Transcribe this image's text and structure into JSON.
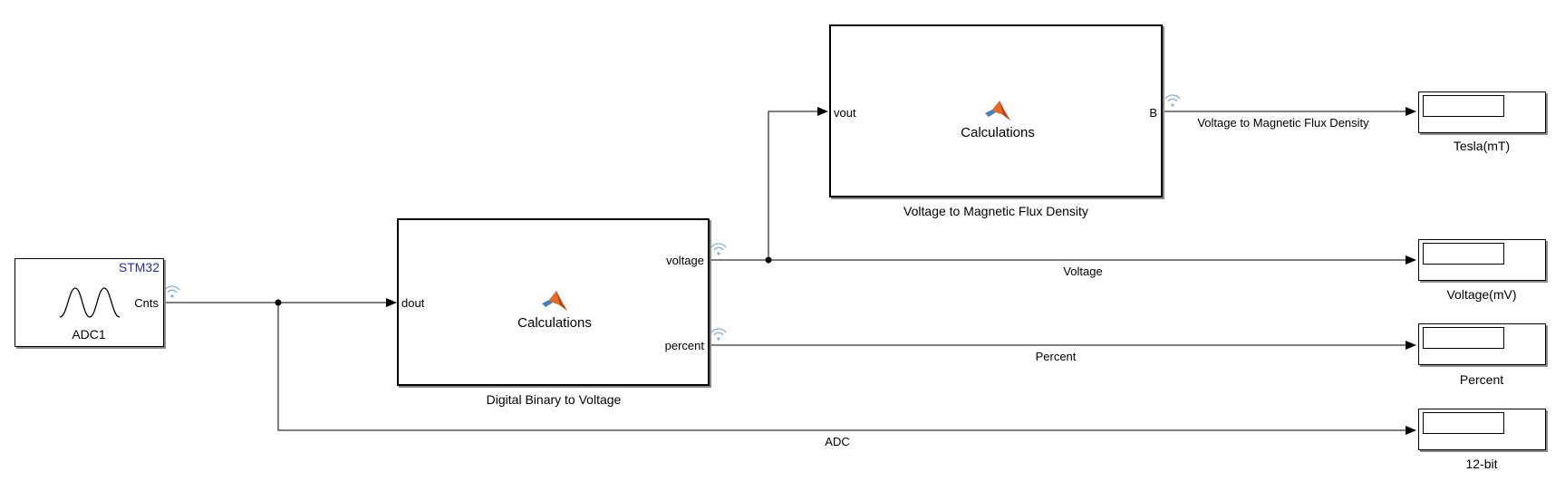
{
  "diagram": {
    "adc_block": {
      "brand": "STM32",
      "name": "ADC1",
      "out_port": "Cnts"
    },
    "fn_block_1": {
      "title": "Calculations",
      "name": "Digital Binary to Voltage",
      "in_port": "dout",
      "out_ports": [
        "voltage",
        "percent"
      ]
    },
    "fn_block_2": {
      "title": "Calculations",
      "name": "Voltage to Magnetic Flux Density",
      "in_port": "vout",
      "out_port": "B"
    },
    "signals": {
      "flux": "Voltage to Magnetic Flux Density",
      "voltage": "Voltage",
      "percent": "Percent",
      "adc": "ADC"
    },
    "displays": [
      {
        "name": "Tesla(mT)"
      },
      {
        "name": "Voltage(mV)"
      },
      {
        "name": "Percent"
      },
      {
        "name": "12-bit"
      }
    ],
    "icons": {
      "wave": "adc-wave-icon",
      "matlab": "matlab-logo-icon",
      "stream": "signal-stream-icon"
    },
    "colors": {
      "line": "#000000",
      "brand": "#2a2aa8",
      "stream_icon": "#8aaed4",
      "shadow": "#8a8a8a"
    }
  }
}
